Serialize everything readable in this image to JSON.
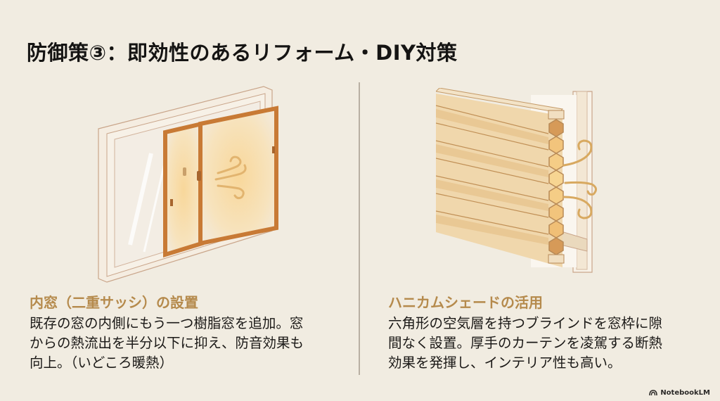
{
  "title": "防御策③：即効性のあるリフォーム・DIY対策",
  "left": {
    "illustration": "inner-window-double-sash",
    "heading": "内窓（二重サッシ）の設置",
    "lines": [
      "既存の窓の内側にもう一つ樹脂窓を追加。窓",
      "からの熱流出を半分以下に抑え、防音効果も",
      "向上。（いどころ暖熱）"
    ]
  },
  "right": {
    "illustration": "honeycomb-shade",
    "heading": "ハニカムシェードの活用",
    "lines": [
      "六角形の空気層を持つブラインドを窓枠に隙",
      "間なく設置。厚手のカーテンを凌駕する断熱",
      "効果を発揮し、インテリア性も高い。"
    ]
  },
  "colors": {
    "background": "#f1ece1",
    "heading_accent": "#b58a4c",
    "divider": "#b9b0a3",
    "frame_orange": "#d1873f"
  },
  "branding": {
    "label": "NotebookLM",
    "icon": "notebooklm-logo-icon"
  }
}
